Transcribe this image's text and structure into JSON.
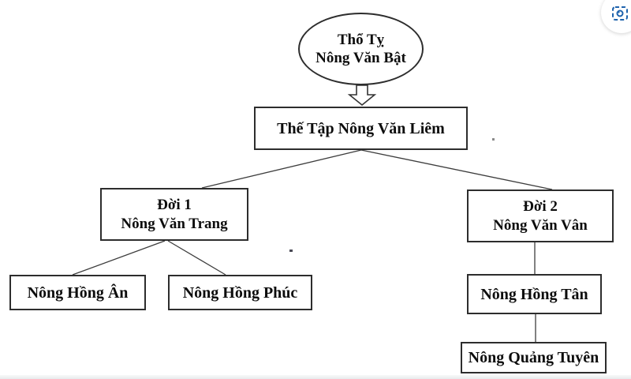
{
  "family_tree": {
    "root": {
      "title": "Thổ Tỵ",
      "name": "Nông Văn Bật"
    },
    "successor": {
      "name": "Thế Tập Nông Văn Liêm"
    },
    "generation1": {
      "title": "Đời 1",
      "name": "Nông Văn Trang"
    },
    "generation2": {
      "title": "Đời 2",
      "name": "Nông Văn Vân"
    },
    "gen1_children": [
      {
        "name": "Nông Hồng Ân"
      },
      {
        "name": "Nông Hồng Phúc"
      }
    ],
    "gen2_child": {
      "name": "Nông Hồng Tân"
    },
    "gen2_grandchild": {
      "name": "Nông Quảng Tuyên"
    }
  },
  "icons": {
    "capture_button": "screen-capture-icon"
  },
  "colors": {
    "node_border": "#2d2d2d",
    "connector": "#3d3d3d",
    "text": "#0d0d0d",
    "capture_icon_blue": "#1e63ad",
    "bottom_bar": "#e7eaec"
  }
}
